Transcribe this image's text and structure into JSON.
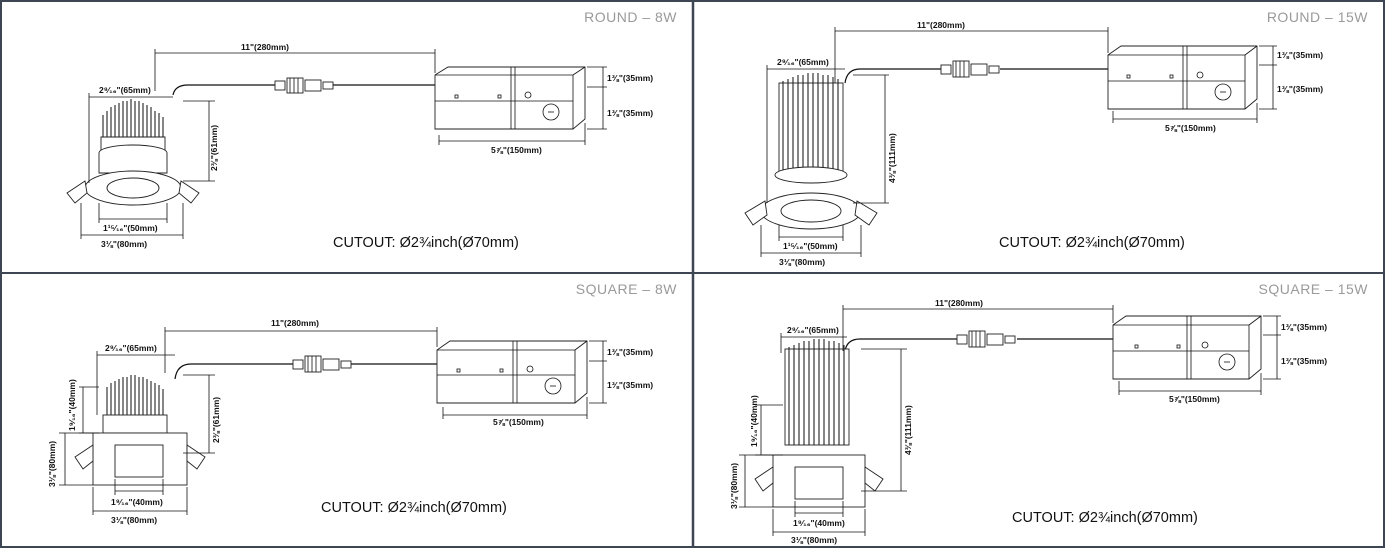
{
  "panels": {
    "round8": {
      "title": "ROUND – 8W",
      "cutout": "CUTOUT: Ø2¾inch(Ø70mm)",
      "dims": {
        "cable": "11\"(280mm)",
        "flange": "2⁹⁄₁₆\"(65mm)",
        "height": "2⅜\"(61mm)",
        "inner": "1¹⁵⁄₁₆\"(50mm)",
        "outer": "3⅛\"(80mm)",
        "box_h1": "1⅜\"(35mm)",
        "box_h2": "1⅜\"(35mm)",
        "box_w": "5⅞\"(150mm)"
      }
    },
    "round15": {
      "title": "ROUND – 15W",
      "cutout": "CUTOUT: Ø2¾inch(Ø70mm)",
      "dims": {
        "cable": "11\"(280mm)",
        "flange": "2⁹⁄₁₆\"(65mm)",
        "height": "4⅜\"(111mm)",
        "inner": "1¹⁵⁄₁₆\"(50mm)",
        "outer": "3⅛\"(80mm)",
        "box_h1": "1⅜\"(35mm)",
        "box_h2": "1⅜\"(35mm)",
        "box_w": "5⅞\"(150mm)"
      }
    },
    "square8": {
      "title": "SQUARE – 8W",
      "cutout": "CUTOUT: Ø2¾inch(Ø70mm)",
      "dims": {
        "cable": "11\"(280mm)",
        "flange": "2⁹⁄₁₆\"(65mm)",
        "height": "2⅜\"(61mm)",
        "side_h1": "1⁹⁄₁₆\"(40mm)",
        "side_h2": "3⅛\"(80mm)",
        "inner": "1⁹⁄₁₆\"(40mm)",
        "outer": "3⅛\"(80mm)",
        "box_h1": "1⅜\"(35mm)",
        "box_h2": "1⅜\"(35mm)",
        "box_w": "5⅞\"(150mm)"
      }
    },
    "square15": {
      "title": "SQUARE – 15W",
      "cutout": "CUTOUT: Ø2¾inch(Ø70mm)",
      "dims": {
        "cable": "11\"(280mm)",
        "flange": "2⁹⁄₁₆\"(65mm)",
        "height": "4⅜\"(111mm)",
        "side_h1": "1⁹⁄₁₆\"(40mm)",
        "side_h2": "3⅛\"(80mm)",
        "inner": "1⁹⁄₁₆\"(40mm)",
        "outer": "3⅛\"(80mm)",
        "box_h1": "1⅜\"(35mm)",
        "box_h2": "1⅜\"(35mm)",
        "box_w": "5⅞\"(150mm)"
      }
    }
  },
  "colors": {
    "border": "#3f4653",
    "title": "#9a9a9a",
    "line": "#111111"
  }
}
